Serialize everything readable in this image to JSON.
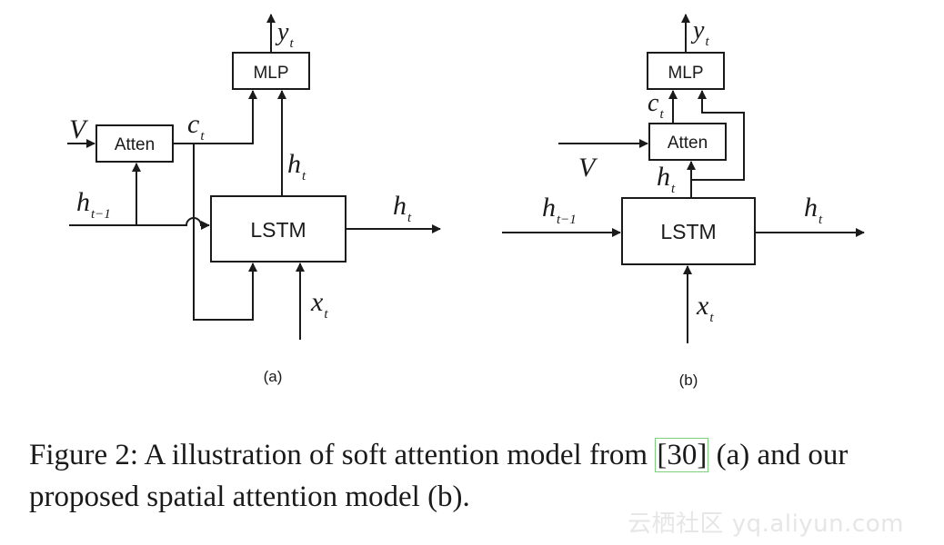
{
  "panel_a": {
    "mlp": "MLP",
    "atten": "Atten",
    "lstm": "LSTM",
    "y": "y",
    "y_sub": "t",
    "v": "V",
    "c": "c",
    "c_sub": "t",
    "h_up": "h",
    "h_up_sub": "t",
    "h_prev": "h",
    "h_prev_sub": "t−1",
    "h_out": "h",
    "h_out_sub": "t",
    "x": "x",
    "x_sub": "t",
    "label": "(a)"
  },
  "panel_b": {
    "mlp": "MLP",
    "atten": "Atten",
    "lstm": "LSTM",
    "y": "y",
    "y_sub": "t",
    "v": "V",
    "c": "c",
    "c_sub": "t",
    "h_up": "h",
    "h_up_sub": "t",
    "h_prev": "h",
    "h_prev_sub": "t−1",
    "h_out": "h",
    "h_out_sub": "t",
    "x": "x",
    "x_sub": "t",
    "label": "(b)"
  },
  "caption": {
    "before": "Figure 2: A illustration of soft attention model from ",
    "ref": "[30]",
    "after": " (a) and our proposed spatial attention model (b)."
  },
  "watermark": "云栖社区 yq.aliyun.com"
}
